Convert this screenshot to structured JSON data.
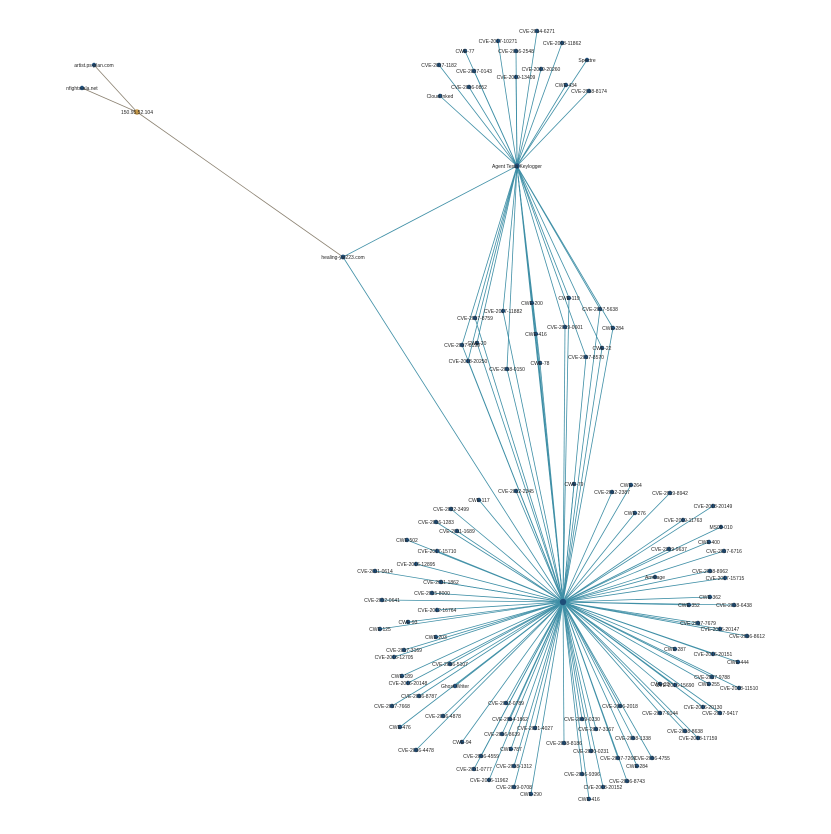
{
  "colors": {
    "node": "#1f4e79",
    "ip_node": "#c79a4a",
    "edge": "#3f8fa6",
    "ip_edge": "#8a8070",
    "text": "#222222",
    "background": "#ffffff"
  },
  "hubs": {
    "ip": "150.95.52.104",
    "domain": "healing-yui223.com",
    "keylogger": "Agent Tesla Keylogger",
    "center": ""
  },
  "ip_domains": [
    "artist.ps-plan.com",
    "nfights-ala.net"
  ],
  "top_cluster": [
    "CVE-2014-6271",
    "CVE-2017-10271",
    "CVE-2018-11862",
    "CWE-77",
    "CVE-2016-2548",
    "Spectre",
    "CVE-2017-1182",
    "CVE-2017-0143",
    "CVE-2019-13409",
    "CVE-2019-20260",
    "CVE-2016-0852",
    "CWE-434",
    "CVE-2018-8174",
    "Cloud Inked"
  ],
  "mid_cluster": [
    "CWE-119",
    "CWE-200",
    "CVE-2017-5638",
    "CVE-2017-11882",
    "CVE-2017-8759",
    "CVE-2019-0601",
    "CWE-284",
    "CWE-416",
    "CVE-2017-0199",
    "CWE-20",
    "CWE-22",
    "CVE-2017-8570",
    "CVE-2018-20250",
    "CVE-2018-0150",
    "CWE-78"
  ],
  "bottom_cluster": [
    "CWE-79",
    "CWE-264",
    "CVE-2012-2387",
    "CVE-2019-8942",
    "CVE-2018-20149",
    "CVE-2012-2345",
    "CWE-117",
    "CWE-276",
    "CVE-2019-11763",
    "MS05-010",
    "CVE-2022-3499",
    "CVE-2016-1283",
    "CVE-2011-1689",
    "CWE-400",
    "CVE-2019-9637",
    "CVE-2017-6716",
    "CWE-502",
    "CVE-2017-15710",
    "CVE-2018-8962",
    "CVE-2017-15715",
    "CVE-2016-12895",
    "CVE-2011-0614",
    "CVE-2011-1862",
    "Armitage",
    "CVE-2015-8000",
    "CWE-362",
    "CVE-2012-0641",
    "CVE-2018-6438",
    "CWE-352",
    "CVE-2012-16764",
    "CVE-2017-7679",
    "CVE-2016-8612",
    "CWE-93",
    "CWE-125",
    "CVE-2016-20147",
    "CWE-203",
    "CVE-2017-3169",
    "CVE-2016-20151",
    "CVE-2016-12705",
    "CWE-287",
    "CWE-444",
    "CVE-2016-5107",
    "CWE-189",
    "CVE-2017-9788",
    "CWE-20",
    "CVE-2016-20148",
    "Ghost Writer",
    "CVE-2016-15690",
    "CWE-255",
    "CVE-2018-11510",
    "CVE-2016-8787",
    "CVE-2016-20130",
    "CVE-2017-7668",
    "CVE-2012-0789",
    "CVE-2017-0144",
    "CVE-2017-9417",
    "CVE-2016-4878",
    "CVE-2016-2018",
    "CVE-2014-1862",
    "CWE-476",
    "CVE-2018-8638",
    "CVE-2018-17159",
    "CVE-2016-8639",
    "CVE-2019-0230",
    "CVE-2017-3167",
    "CVE-2021-4027",
    "CVE-2018-1338",
    "CWE-94",
    "CVE-2016-4478",
    "CVE-2018-8186",
    "CVE-2020-0231",
    "CVE-2017-7269",
    "CVE-2016-4755",
    "CWE-787",
    "CWE-284",
    "CVE-2016-4559",
    "CVE-2016-8743",
    "CVE-2018-1312",
    "CVE-2011-0777",
    "CVE-2016-9396",
    "CVE-2018-20152",
    "CVE-2016-11962",
    "CVE-2019-0708",
    "CWE-290",
    "CWE-416"
  ]
}
